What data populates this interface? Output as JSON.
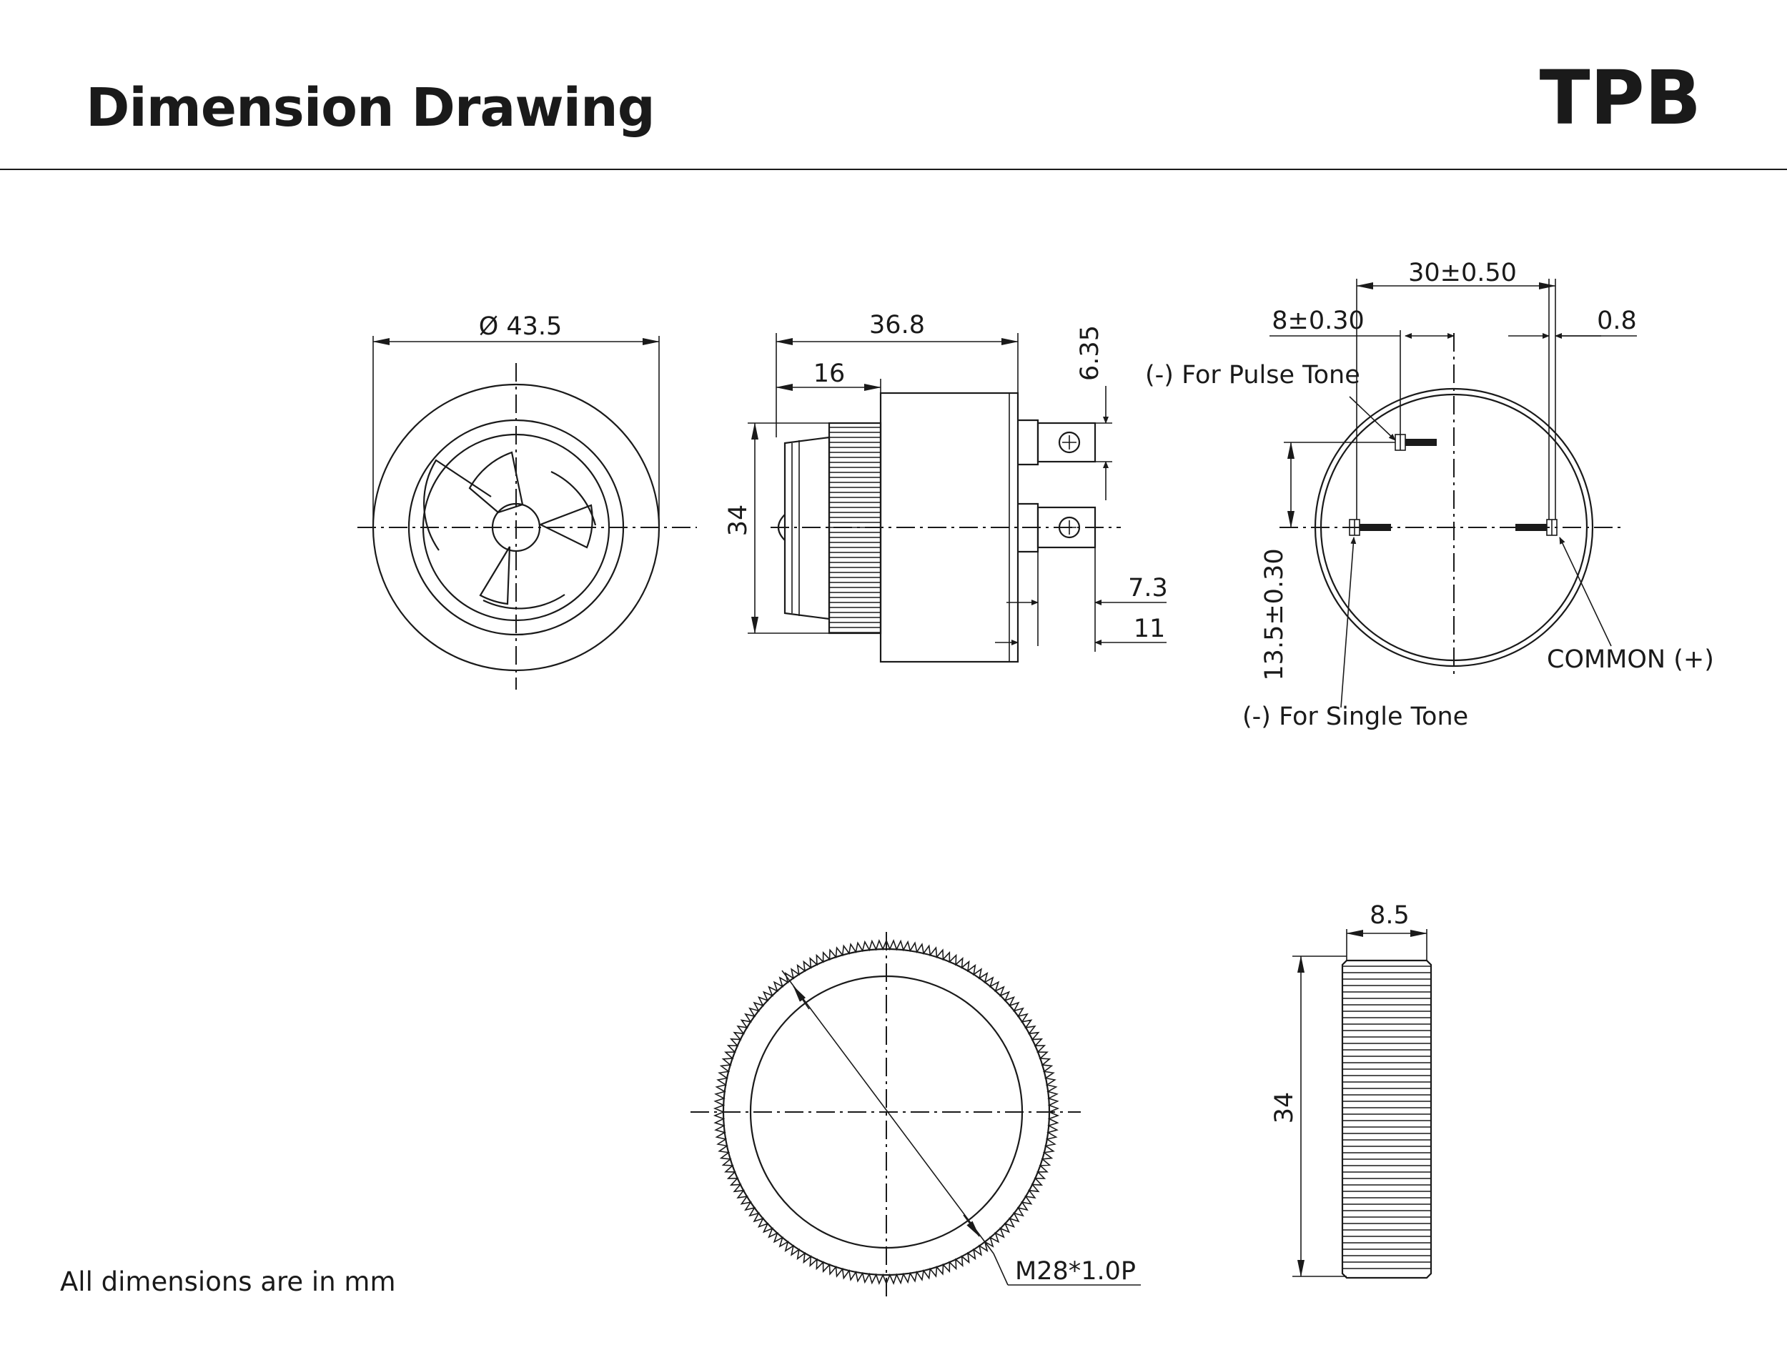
{
  "header": {
    "title": "Dimension Drawing",
    "code": "TPB"
  },
  "footer": {
    "note": "All dimensions are in mm"
  },
  "front_view": {
    "diameter": "Ø 43.5"
  },
  "side_view": {
    "length": "36.8",
    "front_length": "16",
    "height": "34",
    "terminal_width": "6.35",
    "terminal_a": "7.3",
    "terminal_b": "11"
  },
  "rear_view": {
    "span": "30±0.50",
    "offset": "8±0.30",
    "thickness": "0.8",
    "vertical": "13.5±0.30",
    "pulse_label": "(-) For Pulse Tone",
    "single_label": "(-) For Single Tone",
    "common_label": "COMMON (+)"
  },
  "nut_view": {
    "thread": "M28*1.0P"
  },
  "nut_side": {
    "width": "8.5",
    "height": "34"
  },
  "colors": {
    "ink": "#1a1a1a",
    "background": "#ffffff"
  }
}
